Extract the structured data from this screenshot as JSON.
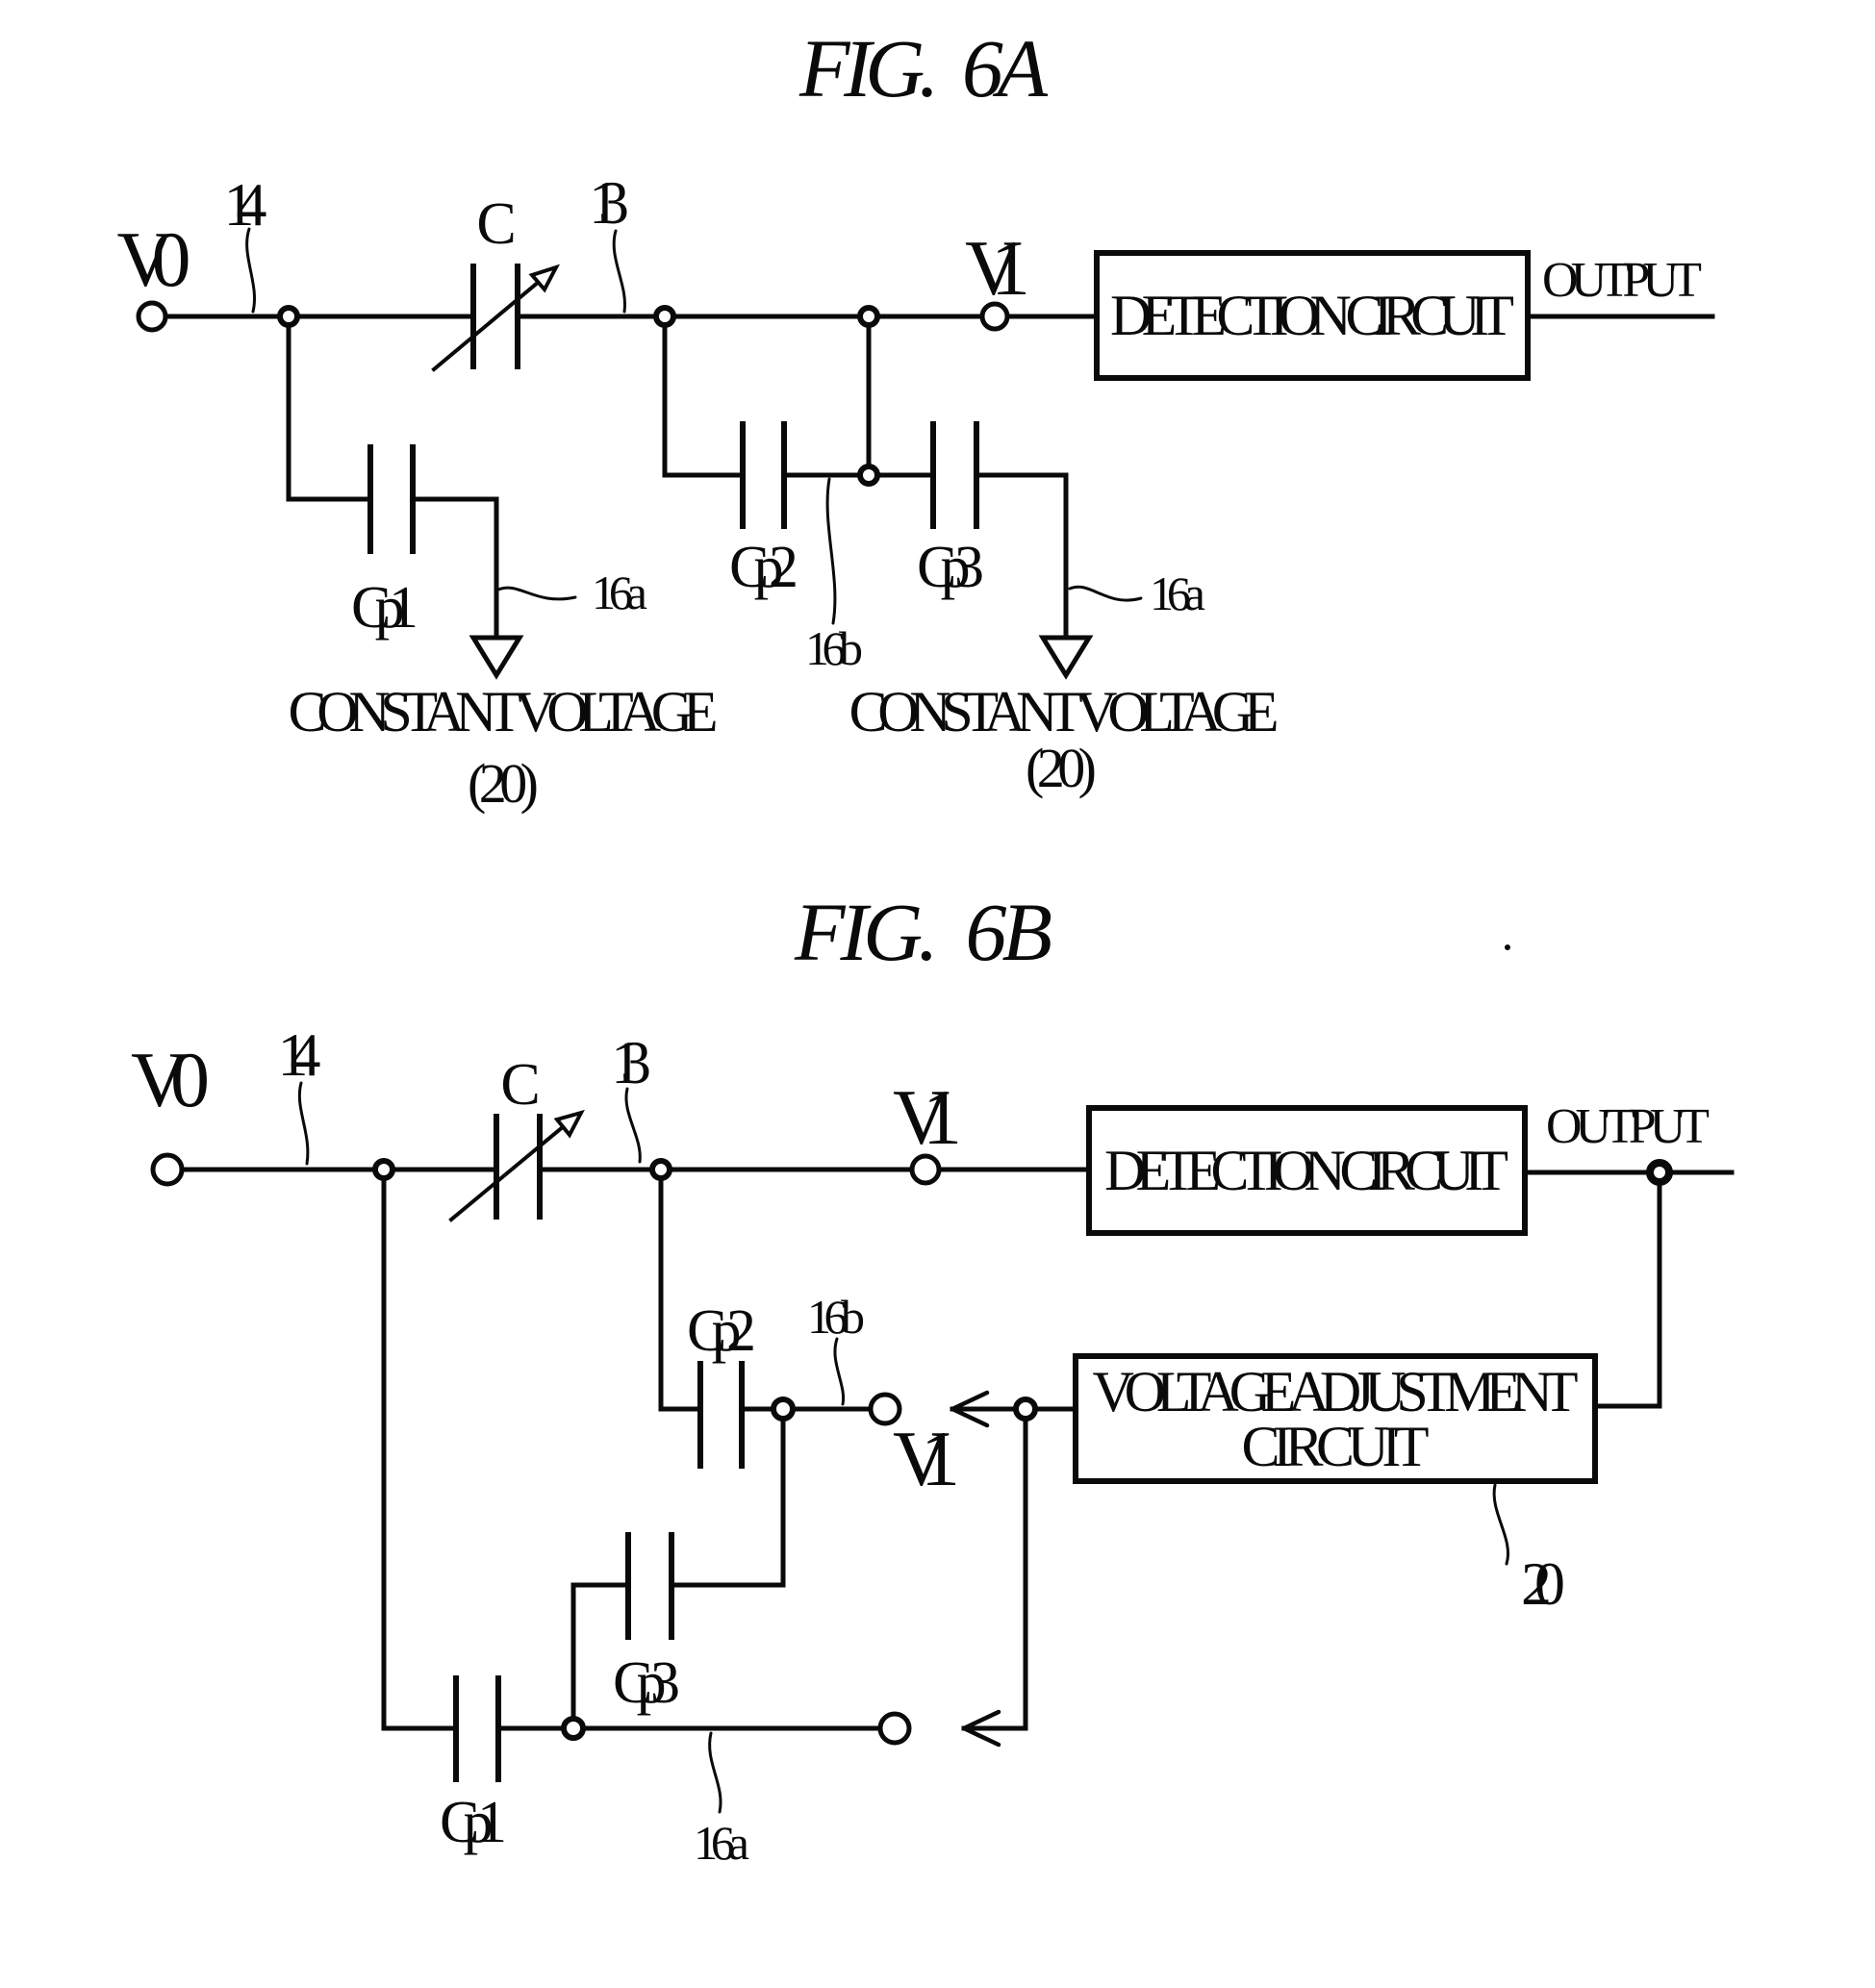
{
  "figure_a": {
    "title": "FIG.  6A",
    "labels": {
      "v0": "V0",
      "ref14": "14",
      "c": "C",
      "ref13": "13",
      "v1": "V1"
    },
    "detection_circuit": "DETECTION CIRCUIT",
    "output": "OUTPUT",
    "cp1": "Cp1",
    "cp2": "Cp2",
    "cp3": "Cp3",
    "ref16a_left": "16a",
    "ref16b": "16b",
    "ref16a_right": "16a",
    "constant_voltage_left": "CONSTANT VOLTAGE",
    "constant_voltage_left_ref": "(20)",
    "constant_voltage_right": "CONSTANT VOLTAGE",
    "constant_voltage_right_ref": "(20)"
  },
  "figure_b": {
    "title": "FIG.  6B",
    "labels": {
      "v0": "V0",
      "ref14": "14",
      "c": "C",
      "ref13": "13",
      "v1_top": "V1",
      "v1_mid": "V1"
    },
    "detection_circuit": "DETECTION CIRCUIT",
    "output": "OUTPUT",
    "voltage_adjustment_line1": "VOLTAGE ADJUSTMENT",
    "voltage_adjustment_line2": "CIRCUIT",
    "ref20": "20",
    "cp1": "Cp1",
    "cp2": "Cp2",
    "cp3": "Cp3",
    "ref16b": "16b",
    "ref16a": "16a"
  }
}
